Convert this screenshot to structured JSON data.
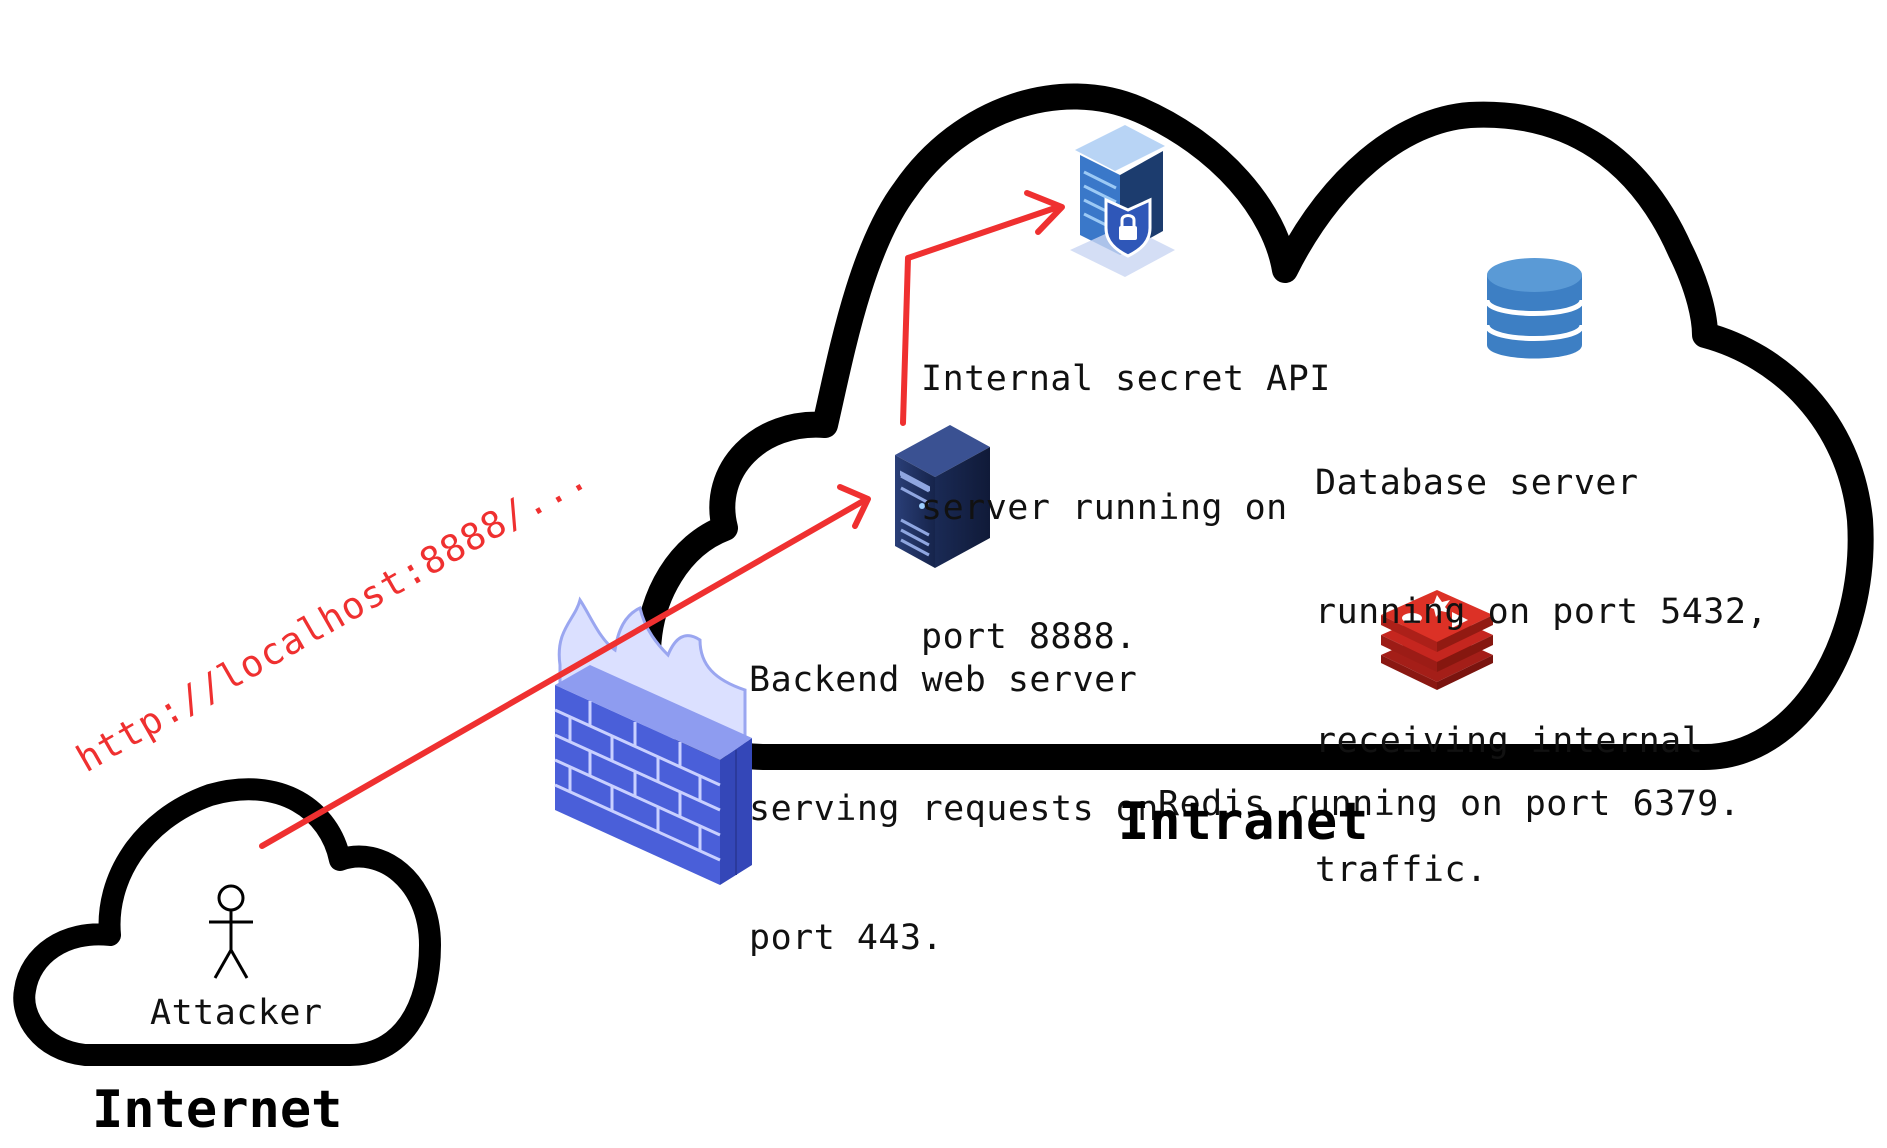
{
  "zones": {
    "intranet_title": "Intranet",
    "internet_title": "Internet"
  },
  "attacker": {
    "label": "Attacker"
  },
  "request": {
    "url": "http://localhost:8888/..."
  },
  "nodes": {
    "api_server": {
      "lines": [
        "Internal secret API",
        "server running on",
        "port 8888."
      ],
      "icon": "secure-server-icon"
    },
    "web_server": {
      "lines": [
        "Backend web server",
        "serving requests on",
        "port 443."
      ],
      "icon": "server-tower-icon"
    },
    "database": {
      "lines": [
        "Database server",
        "running on port 5432,",
        "receiving internal",
        "traffic."
      ],
      "icon": "database-icon"
    },
    "redis": {
      "lines": [
        "Redis running on port 6379."
      ],
      "icon": "redis-icon"
    }
  },
  "firewall": {
    "icon": "firewall-icon"
  },
  "colors": {
    "arrow": "#ef3030",
    "cloud_outline": "#000000",
    "firewall_brick": "#4a5fd9",
    "database": "#3d7fc4",
    "redis": "#d42a22",
    "server_dark": "#1e2f5e"
  }
}
